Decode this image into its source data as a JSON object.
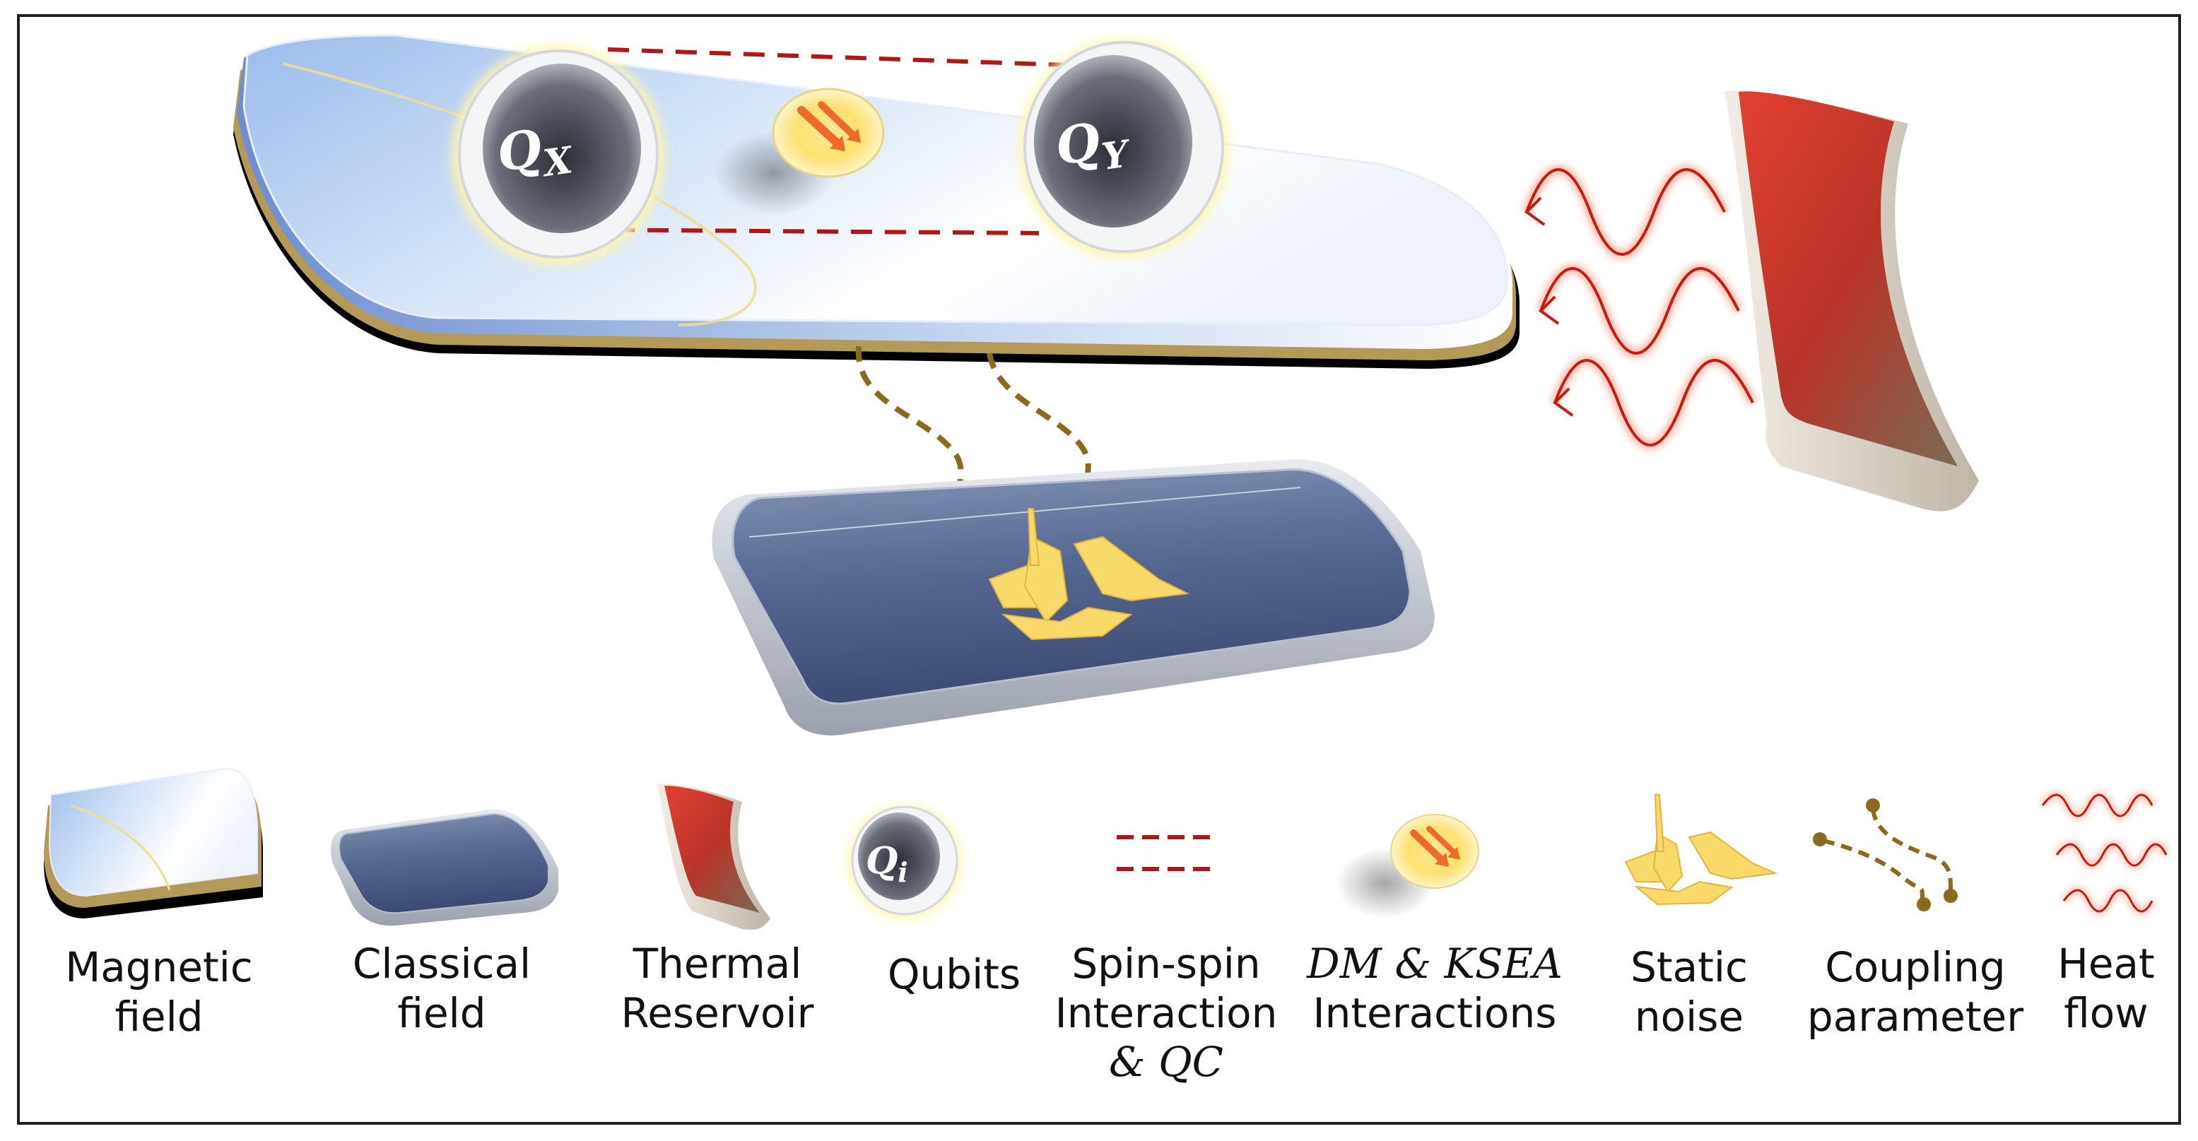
{
  "qubits": {
    "qx": {
      "base": "Q",
      "sub": "X"
    },
    "qy": {
      "base": "Q",
      "sub": "Y"
    },
    "qi": {
      "base": "Q",
      "sub": "i"
    }
  },
  "legend": {
    "magnetic_field": {
      "line1": "Magnetic",
      "line2": "field"
    },
    "classical_field": {
      "line1": "Classical",
      "line2": "field"
    },
    "thermal_reservoir": {
      "line1": "Thermal",
      "line2": "Reservoir"
    },
    "qubits": {
      "line1": "Qubits"
    },
    "spin_spin": {
      "line1": "Spin-spin",
      "line2": "Interaction",
      "line3": "& QC"
    },
    "dm_ksea": {
      "line1": "DM & KSEA",
      "line2": "Interactions"
    },
    "static_noise": {
      "line1": "Static",
      "line2": "noise"
    },
    "coupling": {
      "line1": "Coupling",
      "line2": "parameter"
    },
    "heat_flow": {
      "line1": "Heat",
      "line2": "flow"
    }
  },
  "colors": {
    "dashed_interaction": "#b01818",
    "coupling_line": "#8a6a1e",
    "heat_wave": "#c81a10",
    "noise": "#f5d565",
    "classical_field": "#4a5b84",
    "magnetic_plate": "#b8d0f2"
  }
}
